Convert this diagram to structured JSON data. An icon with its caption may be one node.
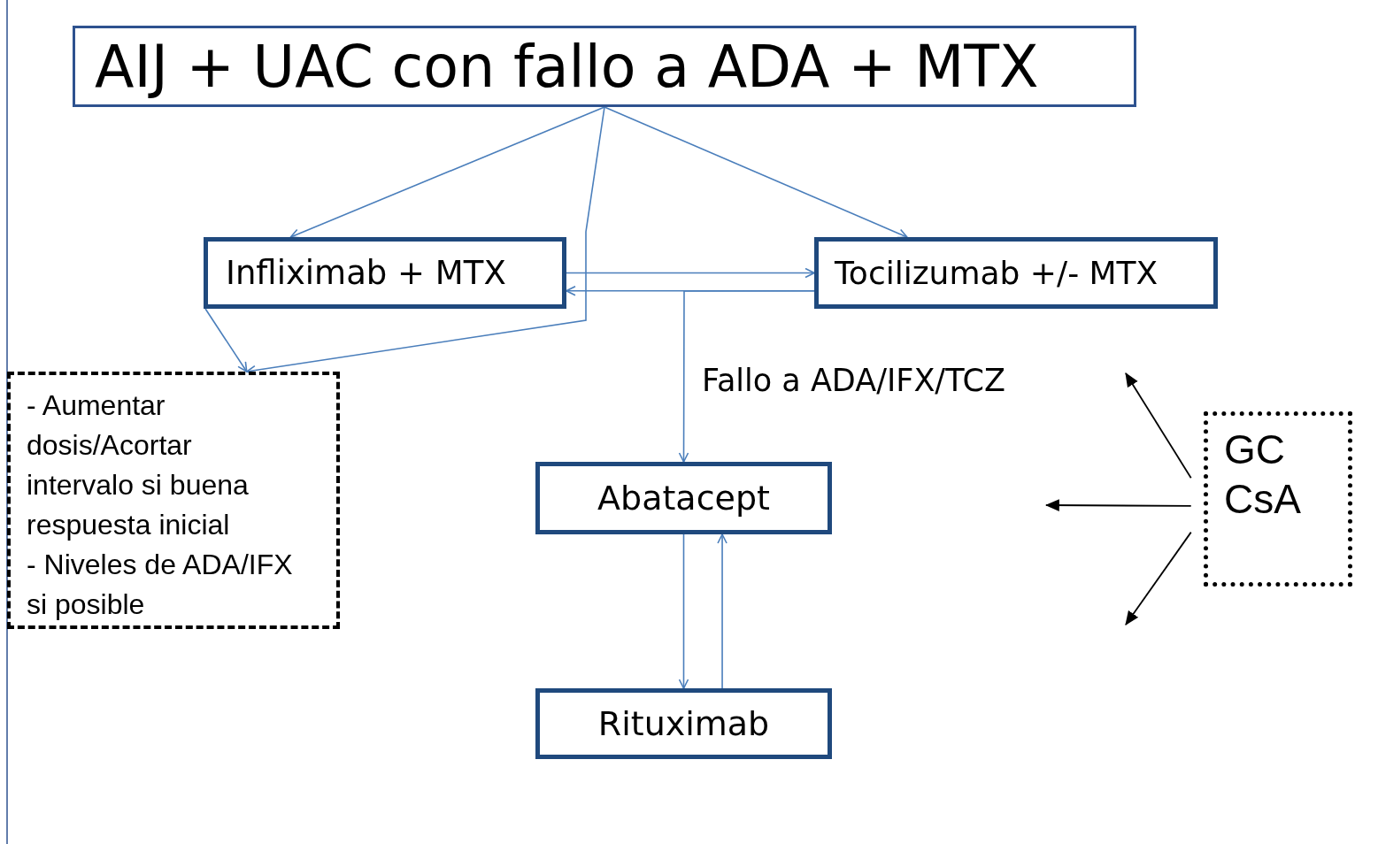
{
  "diagram": {
    "nodes": [
      {
        "text": [
          "AIJ + UAC con fallo a ADA + MTX"
        ]
      },
      {
        "text": [
          "Infliximab + MTX"
        ]
      },
      {
        "text": [
          "Tocilizumab +/- MTX"
        ]
      },
      {
        "text": [
          "- Aumentar dosis/Acortar intervalo si buena respuesta inicial",
          "- Niveles de ADA/IFX si posible"
        ]
      },
      {
        "text": [
          "Abatacept"
        ]
      },
      {
        "text": [
          "Rituximab"
        ]
      },
      {
        "text": [
          "GC",
          "CsA"
        ]
      }
    ],
    "edges": [
      {
        "from": 0,
        "to": 1,
        "arrow": "to"
      },
      {
        "from": 0,
        "to": 2,
        "arrow": "to"
      },
      {
        "from": 0,
        "to": 3,
        "arrow": "to"
      },
      {
        "from": 1,
        "to": 3,
        "arrow": "to"
      },
      {
        "from": 1,
        "to": 2,
        "arrow": "to"
      },
      {
        "from": 2,
        "to": 1,
        "arrow": "to"
      },
      {
        "from": 2,
        "to": 4,
        "arrow": "to",
        "label": "Fallo a ADA/IFX/TCZ"
      },
      {
        "from": 4,
        "to": 5,
        "arrow": "to"
      },
      {
        "from": 5,
        "to": 4,
        "arrow": "to"
      },
      {
        "from": 6,
        "to": null,
        "arrow": "to",
        "color": "#000000"
      },
      {
        "from": 6,
        "to": null,
        "arrow": "to",
        "color": "#000000"
      },
      {
        "from": 6,
        "to": null,
        "arrow": "to",
        "color": "#000000"
      }
    ]
  }
}
